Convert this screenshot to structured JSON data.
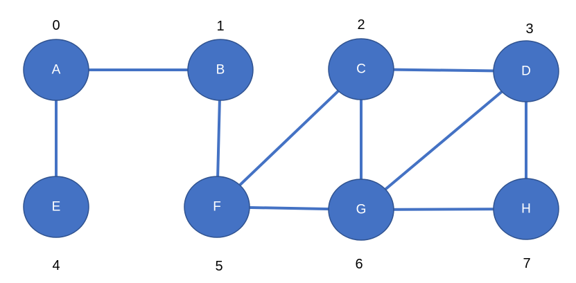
{
  "graph": {
    "nodes": [
      {
        "id": "A",
        "label": "A",
        "index": "0"
      },
      {
        "id": "B",
        "label": "B",
        "index": "1"
      },
      {
        "id": "C",
        "label": "C",
        "index": "2"
      },
      {
        "id": "D",
        "label": "D",
        "index": "3"
      },
      {
        "id": "E",
        "label": "E",
        "index": "4"
      },
      {
        "id": "F",
        "label": "F",
        "index": "5"
      },
      {
        "id": "G",
        "label": "G",
        "index": "6"
      },
      {
        "id": "H",
        "label": "H",
        "index": "7"
      }
    ],
    "edges": [
      [
        "A",
        "B"
      ],
      [
        "A",
        "E"
      ],
      [
        "B",
        "F"
      ],
      [
        "C",
        "D"
      ],
      [
        "C",
        "F"
      ],
      [
        "C",
        "G"
      ],
      [
        "D",
        "G"
      ],
      [
        "D",
        "H"
      ],
      [
        "F",
        "G"
      ],
      [
        "G",
        "H"
      ]
    ],
    "colors": {
      "node_fill": "#4472C4",
      "node_stroke": "#2F528F",
      "edge": "#4472C4",
      "node_label": "#FFFFFF",
      "index_label": "#000000"
    }
  }
}
